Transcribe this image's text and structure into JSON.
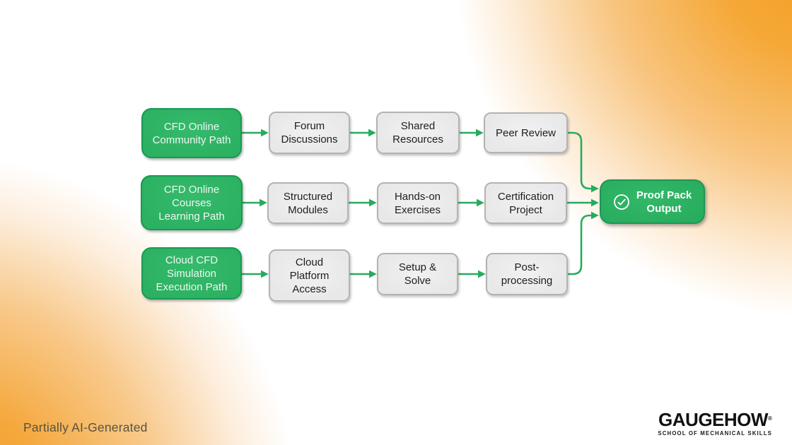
{
  "diagram": {
    "rows": [
      {
        "path": {
          "label": [
            "CFD Online",
            "Community Path"
          ]
        },
        "steps": [
          {
            "label": [
              "Forum",
              "Discussions"
            ]
          },
          {
            "label": [
              "Shared",
              "Resources"
            ]
          },
          {
            "label": [
              "Peer Review"
            ]
          }
        ]
      },
      {
        "path": {
          "label": [
            "CFD Online",
            "Courses",
            "Learning Path"
          ]
        },
        "steps": [
          {
            "label": [
              "Structured",
              "Modules"
            ]
          },
          {
            "label": [
              "Hands-on",
              "Exercises"
            ]
          },
          {
            "label": [
              "Certification",
              "Project"
            ]
          }
        ]
      },
      {
        "path": {
          "label": [
            "Cloud CFD",
            "Simulation",
            "Execution Path"
          ]
        },
        "steps": [
          {
            "label": [
              "Cloud",
              "Platform",
              "Access"
            ]
          },
          {
            "label": [
              "Setup &",
              "Solve"
            ]
          },
          {
            "label": [
              "Post-",
              "processing"
            ]
          }
        ]
      }
    ],
    "output": {
      "label": [
        "Proof Pack",
        "Output"
      ],
      "icon": "check-circle-icon"
    },
    "colors": {
      "path_green": "#2cb061",
      "path_green_border": "#189a52",
      "step_gray": "#ebebeb",
      "step_gray_border": "#b3b3b3",
      "arrow_green": "#27ab5f",
      "background_orange": "#f49c22"
    }
  },
  "footer": {
    "ai_note": "Partially AI-Generated",
    "brand": {
      "name": "GAUGEHOW",
      "registered": "®",
      "tagline": "SCHOOL OF MECHANICAL SKILLS"
    }
  }
}
